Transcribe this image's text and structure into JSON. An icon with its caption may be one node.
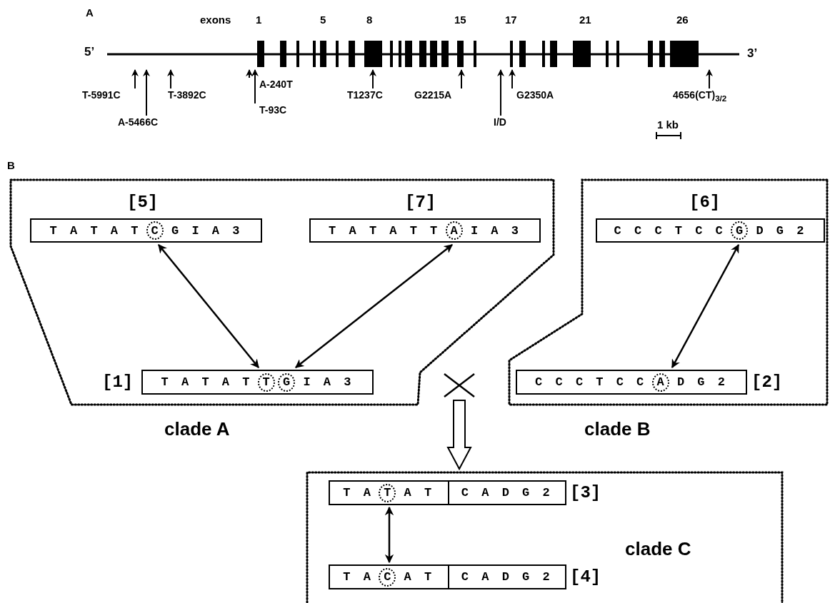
{
  "diagram": {
    "nodes": [
      {
        "text": [],
        "shape": "bar"
      },
      {
        "text": [
          "T-5991C"
        ]
      },
      {
        "text": [
          "A-5466C"
        ]
      },
      {
        "text": [
          "T-3892C"
        ]
      },
      {
        "text": [
          "A-240T"
        ]
      },
      {
        "text": [
          "T-93C"
        ]
      },
      {
        "text": [
          "T1237C"
        ]
      },
      {
        "text": [
          "G2215A"
        ]
      },
      {
        "text": [
          "I/D"
        ]
      },
      {
        "text": [
          "G2350A"
        ]
      },
      {
        "text": [
          "4656(CT)$_{3/2}$"
        ]
      },
      {
        "text": [
          "clade A"
        ]
      },
      {
        "text": [
          "T A T A T C G I A 3"
        ],
        "in": 11,
        "beside": [
          "[5]"
        ]
      },
      {
        "text": [
          "T A T A T T A I A 3"
        ],
        "in": 11,
        "beside": [
          "[7]"
        ]
      },
      {
        "text": [
          "T A T A T T G I A 3"
        ],
        "in": 11,
        "beside": [
          "[1]"
        ]
      },
      {
        "text": [
          "clade B"
        ]
      },
      {
        "text": [
          "C C C T C C G D G 2"
        ],
        "in": 15,
        "beside": [
          "[6]"
        ]
      },
      {
        "text": [
          "C C C T C C A D G 2"
        ],
        "in": 15,
        "beside": [
          "[2]"
        ]
      },
      {
        "text": [],
        "shape": "cross"
      },
      {
        "text": [
          "clade C"
        ]
      },
      {
        "text": [
          "T A T A T",
          "C A D G 2"
        ],
        "in": 19,
        "beside": [
          "[3]"
        ]
      },
      {
        "text": [
          "T A C A T",
          "C A D G 2"
        ],
        "in": 19,
        "beside": [
          "[4]"
        ]
      }
    ],
    "edges": [
      {
        "from": 1,
        "to": 0,
        "arrow": "to"
      },
      {
        "from": 2,
        "to": 0,
        "arrow": "to"
      },
      {
        "from": 3,
        "to": 0,
        "arrow": "to"
      },
      {
        "from": 4,
        "to": 0,
        "arrow": "to"
      },
      {
        "from": 5,
        "to": 0,
        "arrow": "to"
      },
      {
        "from": 6,
        "to": 0,
        "arrow": "to"
      },
      {
        "from": 7,
        "to": 0,
        "arrow": "to"
      },
      {
        "from": 8,
        "to": 0,
        "arrow": "to"
      },
      {
        "from": 9,
        "to": 0,
        "arrow": "to"
      },
      {
        "from": 10,
        "to": 0,
        "arrow": "to"
      },
      {
        "from": 12,
        "to": 14,
        "arrow": "both"
      },
      {
        "from": 13,
        "to": 14,
        "arrow": "both"
      },
      {
        "from": 16,
        "to": 17,
        "arrow": "both"
      },
      {
        "from": 18,
        "to": 19,
        "arrow": "to",
        "style": "thick"
      },
      {
        "from": 20,
        "to": 21,
        "arrow": "both"
      }
    ],
    "labels": [
      "A",
      "exons",
      "1",
      "5",
      "8",
      "15",
      "17",
      "21",
      "26",
      "5’",
      "3’",
      "1 kb",
      "B"
    ]
  }
}
